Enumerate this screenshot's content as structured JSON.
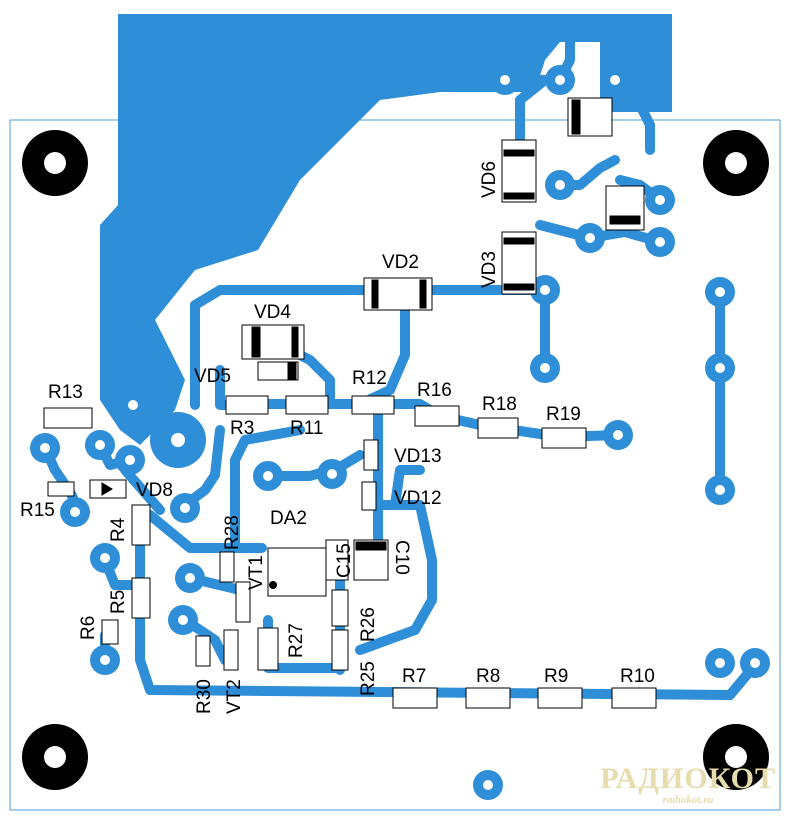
{
  "board": {
    "copper_color": "#2e8fd8",
    "outline_color": "#4a9fd8",
    "background": "#ffffff"
  },
  "labels": {
    "VD2": "VD2",
    "VD3": "VD3",
    "VD4": "VD4",
    "VD5": "VD5",
    "VD6": "VD6",
    "VD8": "VD8",
    "VD12": "VD12",
    "VD13": "VD13",
    "R3": "R3",
    "R4": "R4",
    "R5": "R5",
    "R6": "R6",
    "R7": "R7",
    "R8": "R8",
    "R9": "R9",
    "R10": "R10",
    "R11": "R11",
    "R12": "R12",
    "R13": "R13",
    "R15": "R15",
    "R16": "R16",
    "R18": "R18",
    "R19": "R19",
    "R25": "R25",
    "R26": "R26",
    "R27": "R27",
    "R28": "R28",
    "R30": "R30",
    "DA2": "DA2",
    "C10": "C10",
    "C15": "C15",
    "VT1": "VT1",
    "VT2": "VT2"
  },
  "watermark": {
    "logo": "РАДИОКОТ",
    "site": "radiokot.ru"
  }
}
